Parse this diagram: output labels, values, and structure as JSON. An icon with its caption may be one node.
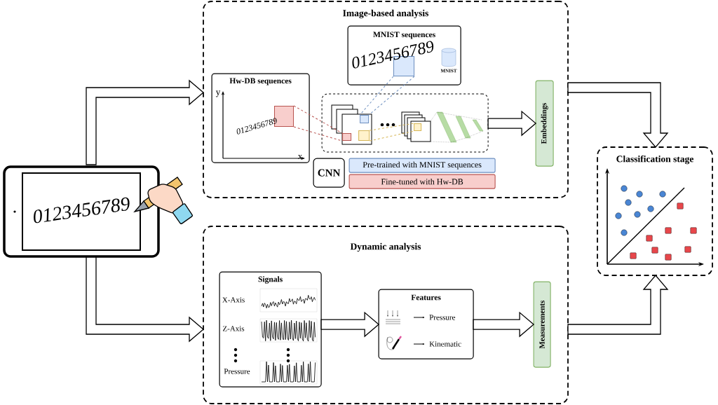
{
  "diagram": {
    "nodes": [
      {
        "text": [],
        "shape": "picture"
      },
      {
        "text": [
          "Image-based analysis"
        ]
      },
      {
        "text": [
          "MNIST sequences",
          "MNIST"
        ],
        "in": 1
      },
      {
        "text": [],
        "shape": "box",
        "in": 2
      },
      {
        "text": [
          "Hw-DB sequences"
        ],
        "in": 1
      },
      {
        "text": [],
        "shape": "box",
        "in": 4
      },
      {
        "text": [],
        "shape": "box",
        "in": 1
      },
      {
        "text": [],
        "shape": "box",
        "in": 6
      },
      {
        "text": [],
        "shape": "box",
        "in": 6
      },
      {
        "text": [],
        "shape": "box",
        "in": 6
      },
      {
        "text": [],
        "shape": "box",
        "in": 6
      },
      {
        "text": [
          "CNN"
        ],
        "in": 1
      },
      {
        "text": [
          "Pre-trained with MNIST sequences"
        ],
        "in": 1
      },
      {
        "text": [
          "Fine-tuned with Hw-DB"
        ],
        "in": 1
      },
      {
        "text": [
          "Embeddings"
        ],
        "in": 1
      },
      {
        "text": [
          "Dynamic analysis"
        ]
      },
      {
        "text": [
          "Signals",
          "X-Axis",
          "Z-Axis",
          "Pressure"
        ],
        "in": 15
      },
      {
        "text": [
          "Features",
          "Pressure",
          "Kinematic"
        ],
        "in": 15
      },
      {
        "text": [
          "Measurements"
        ],
        "in": 15
      },
      {
        "text": [
          "Classification stage"
        ]
      }
    ],
    "edges": [
      {
        "from": 0,
        "to": 1,
        "arrow": "to"
      },
      {
        "from": 0,
        "to": 15,
        "arrow": "to"
      },
      {
        "from": 3,
        "to": 7,
        "arrow": "none",
        "style": "dashed",
        "color": "#6c8ebf"
      },
      {
        "from": 3,
        "to": 7,
        "arrow": "none",
        "style": "dashed",
        "color": "#6c8ebf"
      },
      {
        "from": 5,
        "to": 8,
        "arrow": "none",
        "style": "dashed",
        "color": "#b85450"
      },
      {
        "from": 5,
        "to": 8,
        "arrow": "none",
        "style": "dashed",
        "color": "#b85450"
      },
      {
        "from": 9,
        "to": 10,
        "arrow": "none",
        "style": "dashed",
        "color": "#d6b656"
      },
      {
        "from": 9,
        "to": 10,
        "arrow": "none",
        "style": "dashed",
        "color": "#d6b656"
      },
      {
        "from": 6,
        "to": 14,
        "arrow": "to"
      },
      {
        "from": 16,
        "to": 17,
        "arrow": "to"
      },
      {
        "from": 17,
        "to": 18,
        "arrow": "to"
      },
      {
        "from": 1,
        "to": 19,
        "arrow": "to"
      },
      {
        "from": 15,
        "to": 19,
        "arrow": "to"
      }
    ],
    "labels": [
      "0123456789",
      "y",
      "0123456789",
      "x",
      "0123456789"
    ]
  }
}
